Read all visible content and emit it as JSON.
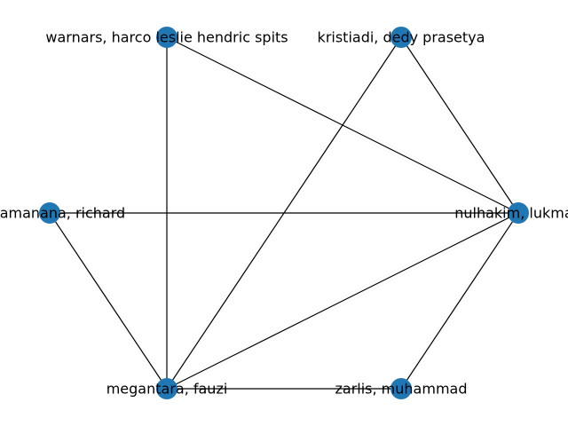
{
  "graph": {
    "node_color": "#1f77b4",
    "edge_color": "#000000",
    "nodes": [
      {
        "id": "warnars",
        "label": "warnars, harco leslie hendric spits"
      },
      {
        "id": "kristiadi",
        "label": "kristiadi, dedy prasetya"
      },
      {
        "id": "sitoamanana",
        "label": "sitoamanana, richard"
      },
      {
        "id": "nulhakim",
        "label": "nulhakim, lukman"
      },
      {
        "id": "megantara",
        "label": "megantara, fauzi"
      },
      {
        "id": "zarlis",
        "label": "zarlis, muhammad"
      }
    ],
    "edges": [
      [
        "warnars",
        "megantara"
      ],
      [
        "warnars",
        "nulhakim"
      ],
      [
        "kristiadi",
        "megantara"
      ],
      [
        "kristiadi",
        "nulhakim"
      ],
      [
        "sitoamanana",
        "nulhakim"
      ],
      [
        "sitoamanana",
        "megantara"
      ],
      [
        "megantara",
        "nulhakim"
      ],
      [
        "megantara",
        "zarlis"
      ],
      [
        "zarlis",
        "nulhakim"
      ]
    ]
  }
}
